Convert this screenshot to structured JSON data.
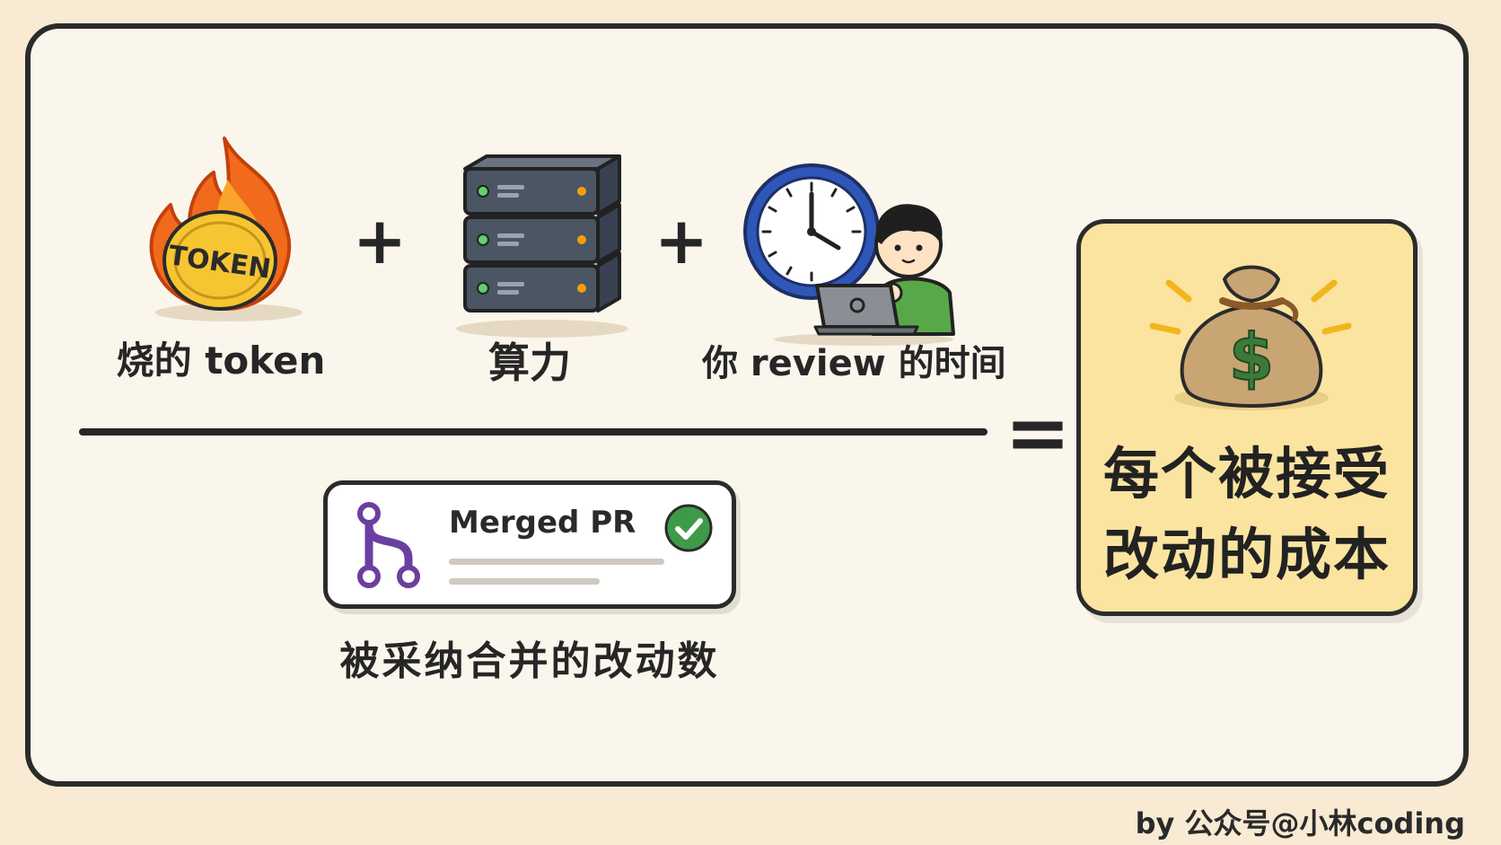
{
  "terms": [
    {
      "label": "烧的 token",
      "icon": "flame-coin-icon",
      "coin_text": "TOKEN"
    },
    {
      "label": "算力",
      "icon": "server-stack-icon"
    },
    {
      "label": "你 review 的时间",
      "icon": "clock-person-icon"
    }
  ],
  "operators": {
    "plus": "+",
    "equals": "="
  },
  "denominator": {
    "card_title": "Merged PR",
    "label": "被采纳合并的改动数",
    "icon": "git-merge-icon"
  },
  "result": {
    "line1": "每个被接受",
    "line2": "改动的成本",
    "symbol": "$",
    "icon": "money-bag-icon"
  },
  "credit": "by 公众号@小林coding",
  "colors": {
    "background": "#f8ead3",
    "card": "#fbf6ec",
    "result_fill": "#fbe4a0",
    "flame": "#f26a1b",
    "coin": "#f7c531",
    "server": "#4b5563",
    "clock_ring": "#2f57b8",
    "shirt": "#58a84a",
    "merge": "#6b3fa0",
    "check": "#3f9a48",
    "dollar": "#3d7a3a"
  }
}
